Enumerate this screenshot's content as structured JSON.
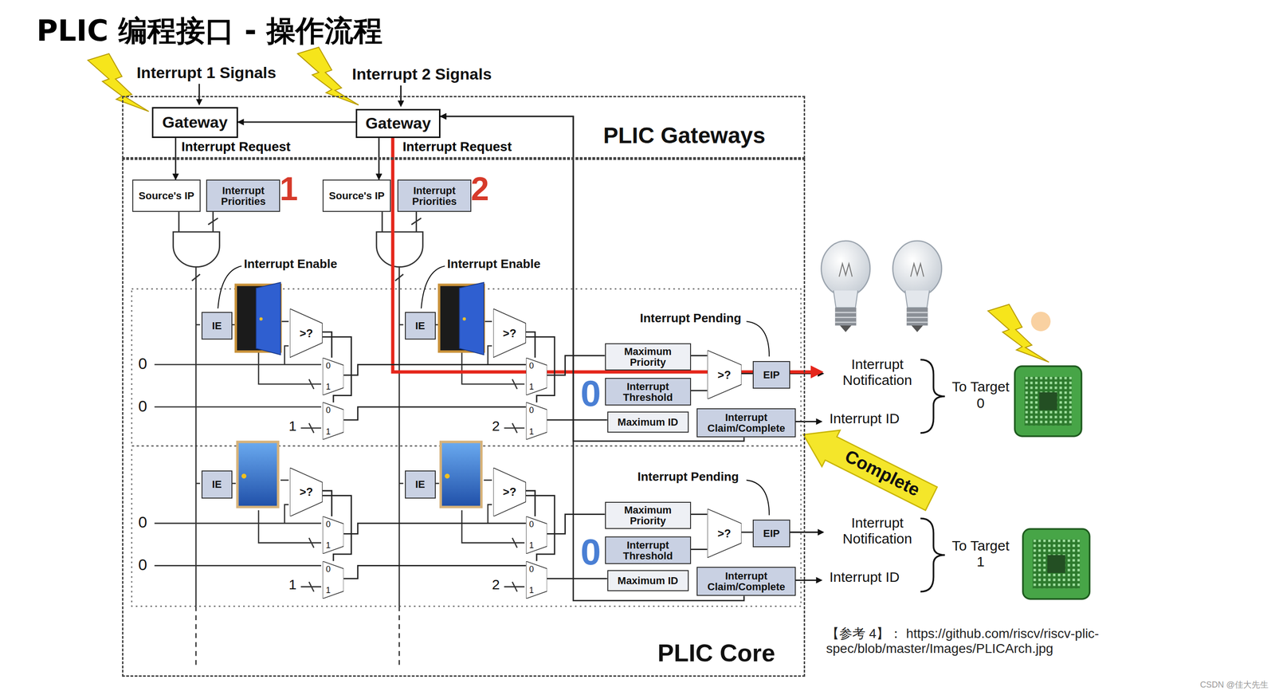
{
  "diagram": {
    "title": "PLIC 编程接口 - 操作流程",
    "nodes": [
      {
        "text": [
          "PLIC Gateways"
        ]
      },
      {
        "text": [
          "Gateway"
        ],
        "in": 0
      },
      {
        "text": [
          "Gateway"
        ],
        "in": 0
      },
      {
        "text": [
          "PLIC Core"
        ]
      },
      {
        "text": [
          "Source's IP"
        ],
        "in": 3
      },
      {
        "text": [
          "Interrupt Priorities"
        ],
        "in": 3
      },
      {
        "text": [
          "Source's IP"
        ],
        "in": 3
      },
      {
        "text": [
          "Interrupt Priorities"
        ],
        "in": 3
      },
      {
        "text": [
          "IE"
        ],
        "in": 3
      },
      {
        "text": [
          ">?"
        ],
        "in": 3
      },
      {
        "text": [
          "IE"
        ],
        "in": 3
      },
      {
        "text": [
          ">?"
        ],
        "in": 3
      },
      {
        "text": [
          "IE"
        ],
        "in": 3
      },
      {
        "text": [
          ">?"
        ],
        "in": 3
      },
      {
        "text": [
          "IE"
        ],
        "in": 3
      },
      {
        "text": [
          ">?"
        ],
        "in": 3
      },
      {
        "text": [
          "0",
          "1"
        ],
        "in": 3
      },
      {
        "text": [
          "0",
          "1"
        ],
        "in": 3
      },
      {
        "text": [
          "0",
          "1"
        ],
        "in": 3
      },
      {
        "text": [
          "0",
          "1"
        ],
        "in": 3
      },
      {
        "text": [
          "0",
          "1"
        ],
        "in": 3
      },
      {
        "text": [
          "0",
          "1"
        ],
        "in": 3
      },
      {
        "text": [
          "0",
          "1"
        ],
        "in": 3
      },
      {
        "text": [
          "0",
          "1"
        ],
        "in": 3
      },
      {
        "text": [
          "Maximum Priority"
        ],
        "in": 3
      },
      {
        "text": [
          "Interrupt Threshold"
        ],
        "in": 3
      },
      {
        "text": [
          ">?"
        ],
        "in": 3
      },
      {
        "text": [
          "EIP"
        ],
        "in": 3
      },
      {
        "text": [
          "Maximum ID"
        ],
        "in": 3
      },
      {
        "text": [
          "Interrupt Claim/Complete"
        ],
        "in": 3
      },
      {
        "text": [
          "Maximum Priority"
        ],
        "in": 3
      },
      {
        "text": [
          "Interrupt Threshold"
        ],
        "in": 3
      },
      {
        "text": [
          ">?"
        ],
        "in": 3
      },
      {
        "text": [
          "EIP"
        ],
        "in": 3
      },
      {
        "text": [
          "Maximum ID"
        ],
        "in": 3
      },
      {
        "text": [
          "Interrupt Claim/Complete"
        ],
        "in": 3
      }
    ],
    "edges": [
      {
        "from": 2,
        "to": 1,
        "arrow": "to"
      },
      {
        "from": 1,
        "to": 4,
        "arrow": "to",
        "label": "Interrupt Request"
      },
      {
        "from": 2,
        "to": 6,
        "arrow": "to",
        "label": "Interrupt Request"
      },
      {
        "from": 29,
        "to": 2,
        "arrow": "to"
      },
      {
        "from": 35,
        "to": 2,
        "arrow": "to"
      },
      {
        "from": 9,
        "to": 16,
        "arrow": "none"
      },
      {
        "from": 9,
        "to": 17,
        "arrow": "none"
      },
      {
        "from": 16,
        "to": 18,
        "arrow": "none"
      },
      {
        "from": 17,
        "to": 19,
        "arrow": "none"
      },
      {
        "from": 11,
        "to": 18,
        "arrow": "none"
      },
      {
        "from": 11,
        "to": 19,
        "arrow": "none"
      },
      {
        "from": 18,
        "to": 24,
        "arrow": "none"
      },
      {
        "from": 19,
        "to": 28,
        "arrow": "none"
      },
      {
        "from": 13,
        "to": 20,
        "arrow": "none"
      },
      {
        "from": 13,
        "to": 21,
        "arrow": "none"
      },
      {
        "from": 20,
        "to": 22,
        "arrow": "none"
      },
      {
        "from": 21,
        "to": 23,
        "arrow": "none"
      },
      {
        "from": 15,
        "to": 22,
        "arrow": "none"
      },
      {
        "from": 15,
        "to": 23,
        "arrow": "none"
      },
      {
        "from": 22,
        "to": 30,
        "arrow": "none"
      },
      {
        "from": 23,
        "to": 34,
        "arrow": "none"
      },
      {
        "from": 24,
        "to": 26,
        "arrow": "none"
      },
      {
        "from": 25,
        "to": 26,
        "arrow": "none"
      },
      {
        "from": 26,
        "to": 27,
        "arrow": "none"
      },
      {
        "from": 30,
        "to": 32,
        "arrow": "none"
      },
      {
        "from": 31,
        "to": 32,
        "arrow": "none"
      },
      {
        "from": 32,
        "to": 33,
        "arrow": "none"
      }
    ],
    "labels": [
      "Interrupt 1 Signals",
      "Interrupt 2 Signals",
      "1",
      "2",
      "Interrupt Enable",
      "Interrupt Enable",
      "0",
      "0",
      "1",
      "2",
      "0",
      "0",
      "1",
      "2",
      "Interrupt Pending",
      "0",
      "Interrupt Notification",
      "Interrupt ID",
      "To Target 0",
      "Interrupt Pending",
      "0",
      "Interrupt Notification",
      "Interrupt ID",
      "To Target 1",
      "Complete",
      "【参考 4】： https://github.com/riscv/riscv-plic-spec/blob/master/Images/PLICArch.jpg",
      "CSDN @佳大先生"
    ]
  }
}
